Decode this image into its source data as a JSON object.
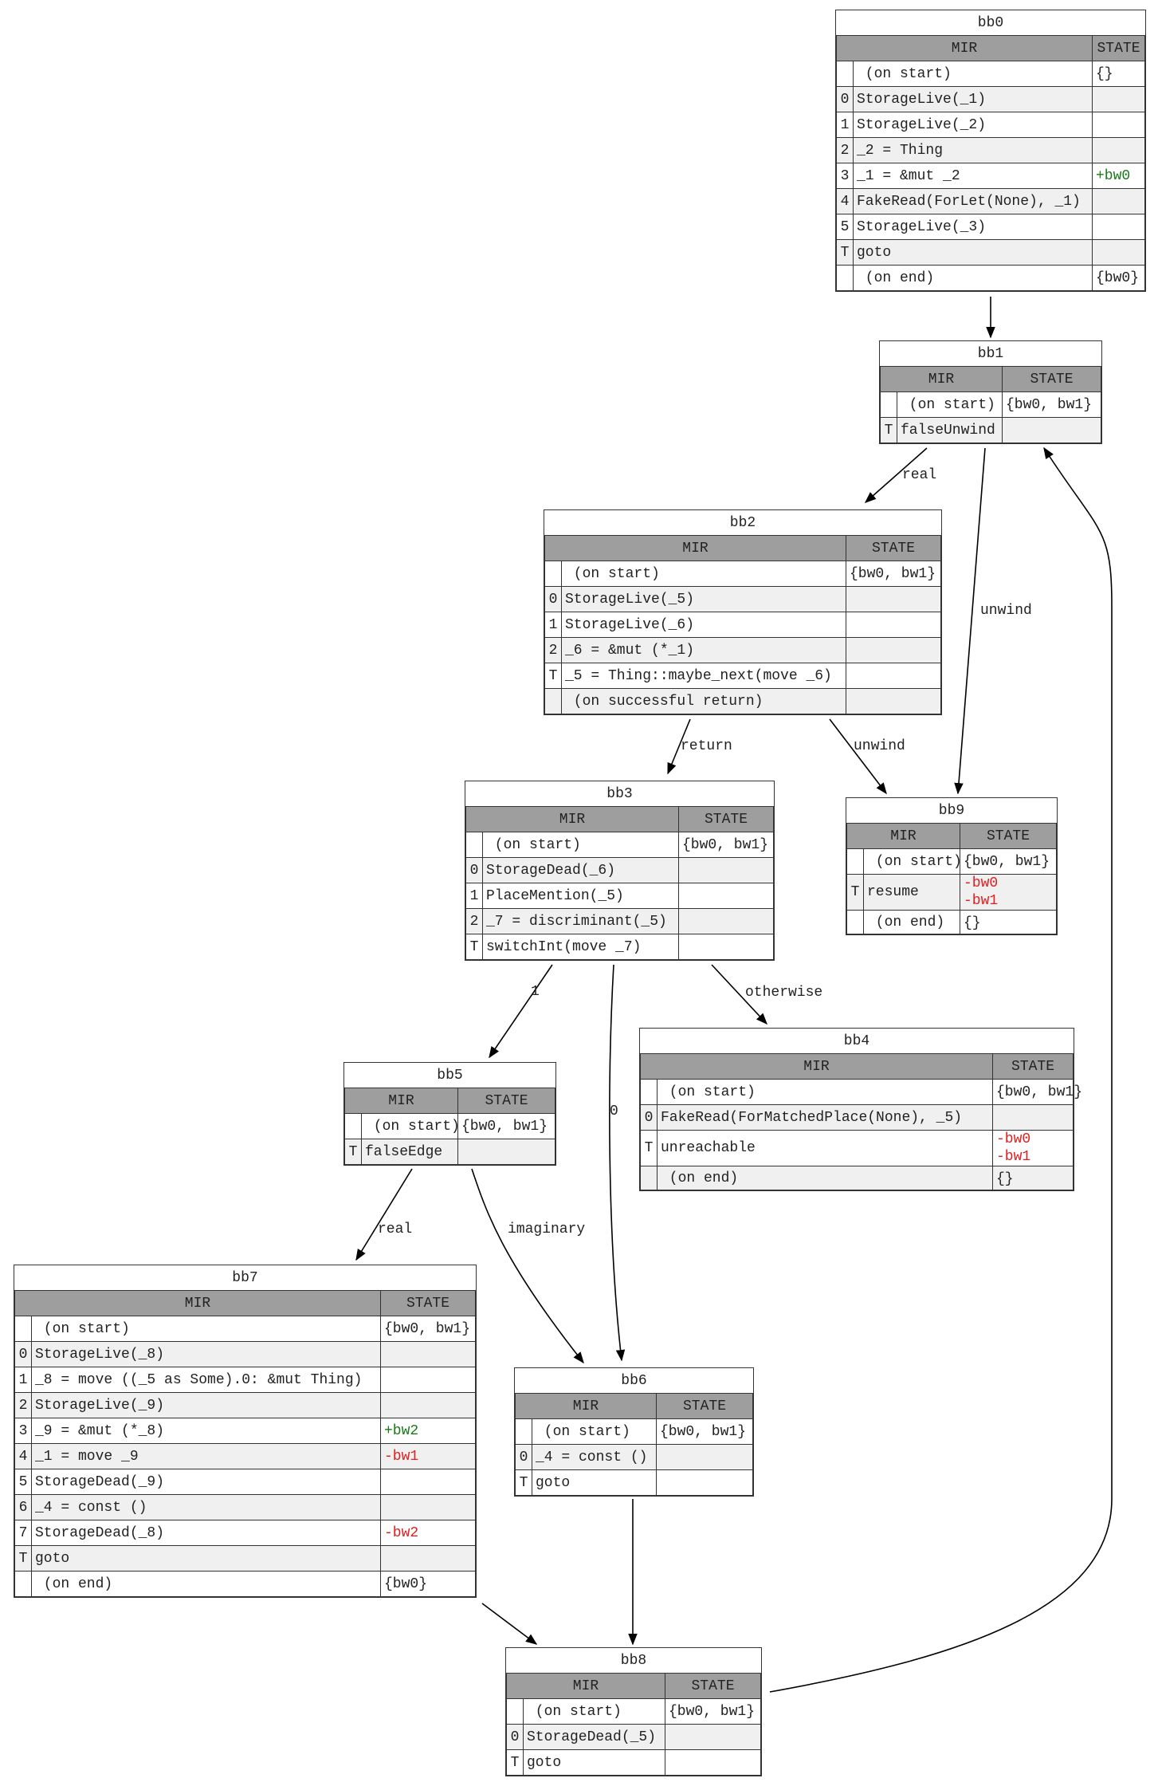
{
  "colors": {
    "header_bg": "#9e9e9e",
    "alt_row": "#f0f0f0",
    "gen": "#1a7a1a",
    "kill": "#e02020"
  },
  "nodes": [
    {
      "name": "bb0",
      "mir_header": "MIR",
      "state_header": "STATE",
      "rows": [
        {
          "idx": "",
          "mir": " (on start)",
          "state": [
            "{}"
          ]
        },
        {
          "idx": "0",
          "mir": "StorageLive(_1)",
          "state": []
        },
        {
          "idx": "1",
          "mir": "StorageLive(_2)",
          "state": []
        },
        {
          "idx": "2",
          "mir": "_2 = Thing",
          "state": []
        },
        {
          "idx": "3",
          "mir": "_1 = &mut _2",
          "state": [
            "+bw0"
          ]
        },
        {
          "idx": "4",
          "mir": "FakeRead(ForLet(None), _1)",
          "state": []
        },
        {
          "idx": "5",
          "mir": "StorageLive(_3)",
          "state": []
        },
        {
          "idx": "T",
          "mir": "goto",
          "state": []
        },
        {
          "idx": "",
          "mir": " (on end)",
          "state": [
            "{bw0}"
          ]
        }
      ]
    },
    {
      "name": "bb1",
      "mir_header": "MIR",
      "state_header": "STATE",
      "rows": [
        {
          "idx": "",
          "mir": " (on start)",
          "state": [
            "{bw0, bw1}"
          ]
        },
        {
          "idx": "T",
          "mir": "falseUnwind",
          "state": []
        }
      ]
    },
    {
      "name": "bb2",
      "mir_header": "MIR",
      "state_header": "STATE",
      "rows": [
        {
          "idx": "",
          "mir": " (on start)",
          "state": [
            "{bw0, bw1}"
          ]
        },
        {
          "idx": "0",
          "mir": "StorageLive(_5)",
          "state": []
        },
        {
          "idx": "1",
          "mir": "StorageLive(_6)",
          "state": []
        },
        {
          "idx": "2",
          "mir": "_6 = &mut (*_1)",
          "state": []
        },
        {
          "idx": "T",
          "mir": "_5 = Thing::maybe_next(move _6)",
          "state": []
        },
        {
          "idx": "",
          "mir": " (on successful return)",
          "state": []
        }
      ]
    },
    {
      "name": "bb3",
      "mir_header": "MIR",
      "state_header": "STATE",
      "rows": [
        {
          "idx": "",
          "mir": " (on start)",
          "state": [
            "{bw0, bw1}"
          ]
        },
        {
          "idx": "0",
          "mir": "StorageDead(_6)",
          "state": []
        },
        {
          "idx": "1",
          "mir": "PlaceMention(_5)",
          "state": []
        },
        {
          "idx": "2",
          "mir": "_7 = discriminant(_5)",
          "state": []
        },
        {
          "idx": "T",
          "mir": "switchInt(move _7)",
          "state": []
        }
      ]
    },
    {
      "name": "bb4",
      "mir_header": "MIR",
      "state_header": "STATE",
      "rows": [
        {
          "idx": "",
          "mir": " (on start)",
          "state": [
            "{bw0, bw1}"
          ]
        },
        {
          "idx": "0",
          "mir": "FakeRead(ForMatchedPlace(None), _5)",
          "state": []
        },
        {
          "idx": "T",
          "mir": "unreachable",
          "state": [
            "-bw0",
            "-bw1"
          ]
        },
        {
          "idx": "",
          "mir": " (on end)",
          "state": [
            "{}"
          ]
        }
      ]
    },
    {
      "name": "bb5",
      "mir_header": "MIR",
      "state_header": "STATE",
      "rows": [
        {
          "idx": "",
          "mir": " (on start)",
          "state": [
            "{bw0, bw1}"
          ]
        },
        {
          "idx": "T",
          "mir": "falseEdge",
          "state": []
        }
      ]
    },
    {
      "name": "bb6",
      "mir_header": "MIR",
      "state_header": "STATE",
      "rows": [
        {
          "idx": "",
          "mir": " (on start)",
          "state": [
            "{bw0, bw1}"
          ]
        },
        {
          "idx": "0",
          "mir": "_4 = const ()",
          "state": []
        },
        {
          "idx": "T",
          "mir": "goto",
          "state": []
        }
      ]
    },
    {
      "name": "bb7",
      "mir_header": "MIR",
      "state_header": "STATE",
      "rows": [
        {
          "idx": "",
          "mir": " (on start)",
          "state": [
            "{bw0, bw1}"
          ]
        },
        {
          "idx": "0",
          "mir": "StorageLive(_8)",
          "state": []
        },
        {
          "idx": "1",
          "mir": "_8 = move ((_5 as Some).0: &mut Thing)",
          "state": []
        },
        {
          "idx": "2",
          "mir": "StorageLive(_9)",
          "state": []
        },
        {
          "idx": "3",
          "mir": "_9 = &mut (*_8)",
          "state": [
            "+bw2"
          ]
        },
        {
          "idx": "4",
          "mir": "_1 = move _9",
          "state": [
            "-bw1"
          ]
        },
        {
          "idx": "5",
          "mir": "StorageDead(_9)",
          "state": []
        },
        {
          "idx": "6",
          "mir": "_4 = const ()",
          "state": []
        },
        {
          "idx": "7",
          "mir": "StorageDead(_8)",
          "state": [
            "-bw2"
          ]
        },
        {
          "idx": "T",
          "mir": "goto",
          "state": []
        },
        {
          "idx": "",
          "mir": " (on end)",
          "state": [
            "{bw0}"
          ]
        }
      ]
    },
    {
      "name": "bb8",
      "mir_header": "MIR",
      "state_header": "STATE",
      "rows": [
        {
          "idx": "",
          "mir": " (on start)",
          "state": [
            "{bw0, bw1}"
          ]
        },
        {
          "idx": "0",
          "mir": "StorageDead(_5)",
          "state": []
        },
        {
          "idx": "T",
          "mir": "goto",
          "state": []
        }
      ]
    },
    {
      "name": "bb9",
      "mir_header": "MIR",
      "state_header": "STATE",
      "rows": [
        {
          "idx": "",
          "mir": " (on start)",
          "state": [
            "{bw0, bw1}"
          ]
        },
        {
          "idx": "T",
          "mir": "resume",
          "state": [
            "-bw0",
            "-bw1"
          ]
        },
        {
          "idx": "",
          "mir": " (on end)",
          "state": [
            "{}"
          ]
        }
      ]
    }
  ],
  "edges": [
    {
      "from": "bb0",
      "to": "bb1",
      "label": ""
    },
    {
      "from": "bb1",
      "to": "bb2",
      "label": "real"
    },
    {
      "from": "bb1",
      "to": "bb9",
      "label": "unwind"
    },
    {
      "from": "bb2",
      "to": "bb3",
      "label": "return"
    },
    {
      "from": "bb2",
      "to": "bb9",
      "label": "unwind"
    },
    {
      "from": "bb3",
      "to": "bb5",
      "label": "1"
    },
    {
      "from": "bb3",
      "to": "bb6",
      "label": "0"
    },
    {
      "from": "bb3",
      "to": "bb4",
      "label": "otherwise"
    },
    {
      "from": "bb5",
      "to": "bb7",
      "label": "real"
    },
    {
      "from": "bb5",
      "to": "bb6",
      "label": "imaginary"
    },
    {
      "from": "bb7",
      "to": "bb8",
      "label": ""
    },
    {
      "from": "bb6",
      "to": "bb8",
      "label": ""
    },
    {
      "from": "bb8",
      "to": "bb1",
      "label": ""
    }
  ]
}
